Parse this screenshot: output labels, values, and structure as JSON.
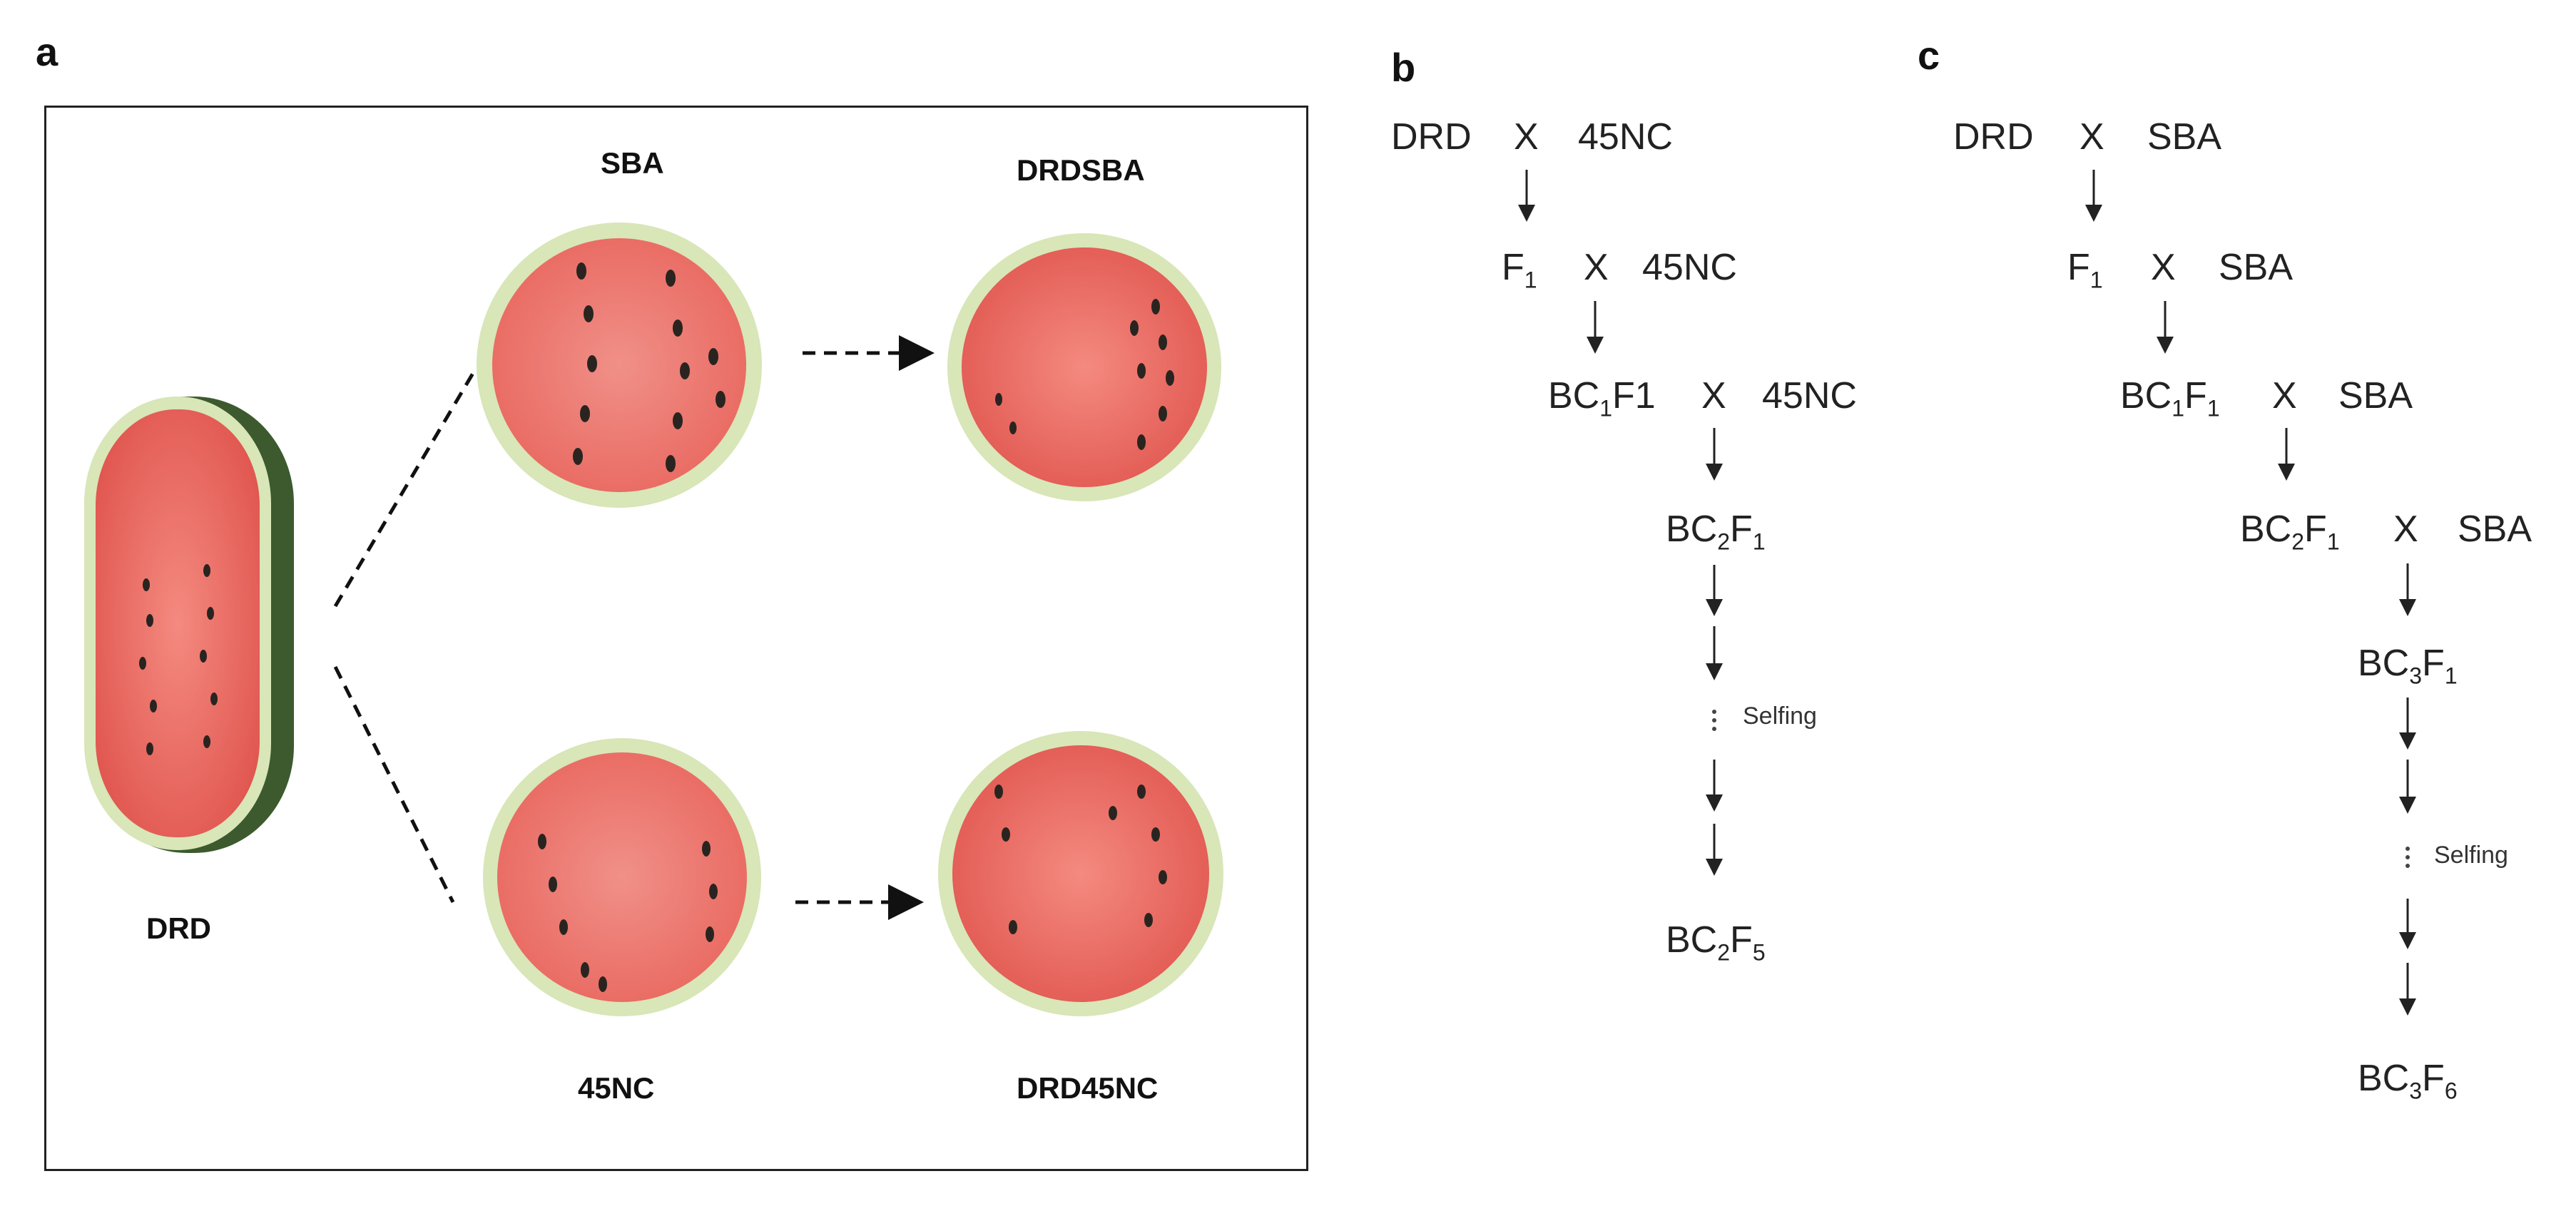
{
  "panel_a": {
    "letter": "a",
    "labels": {
      "drd": "DRD",
      "sba": "SBA",
      "drdsba": "DRDSBA",
      "nc45": "45NC",
      "drd45nc": "DRD45NC"
    }
  },
  "panel_b": {
    "letter": "b",
    "row1": {
      "p1": "DRD",
      "x": "X",
      "p2": "45NC"
    },
    "row2": {
      "base": "F",
      "sub": "1",
      "x": "X",
      "p2": "45NC"
    },
    "row3": {
      "pre": "BC",
      "sub": "1",
      "post": "F1",
      "x": "X",
      "p2": "45NC"
    },
    "row4": {
      "pre": "BC",
      "sub1": "2",
      "mid": "F",
      "sub2": "1"
    },
    "selfing": "Selfing",
    "row5": {
      "pre": "BC",
      "sub1": "2",
      "mid": "F",
      "sub2": "5"
    }
  },
  "panel_c": {
    "letter": "c",
    "row1": {
      "p1": "DRD",
      "x": "X",
      "p2": "SBA"
    },
    "row2": {
      "base": "F",
      "sub": "1",
      "x": "X",
      "p2": "SBA"
    },
    "row3": {
      "pre": "BC",
      "sub1": "1",
      "mid": "F",
      "sub2": "1",
      "x": "X",
      "p2": "SBA"
    },
    "row4": {
      "pre": "BC",
      "sub1": "2",
      "mid": "F",
      "sub2": "1",
      "x": "X",
      "p2": "SBA"
    },
    "row5": {
      "pre": "BC",
      "sub1": "3",
      "mid": "F",
      "sub2": "1"
    },
    "selfing": "Selfing",
    "row6": {
      "pre": "BC",
      "sub1": "3",
      "mid": "F",
      "sub2": "6"
    }
  },
  "colors": {
    "flesh": "#e8605a",
    "rind_light": "#d8e6b8",
    "rind_dark": "#3c5a2e",
    "seed": "#2a2420"
  }
}
